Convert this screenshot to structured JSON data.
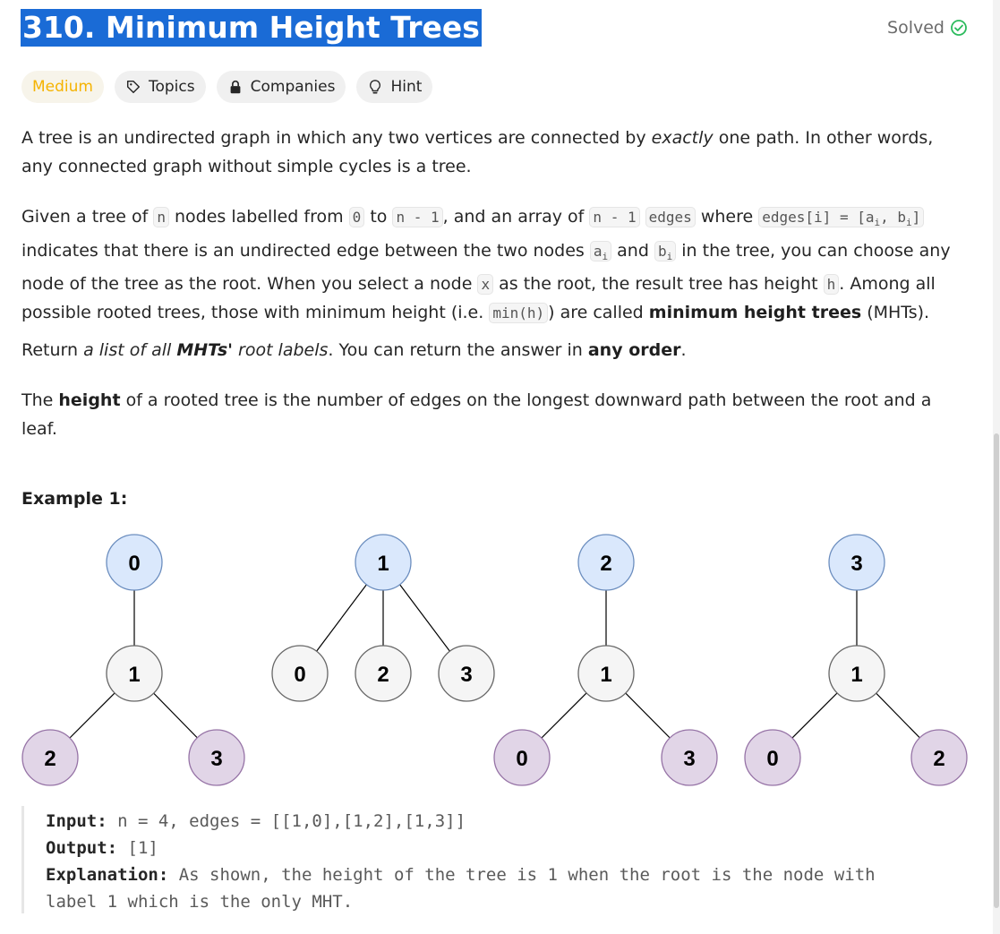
{
  "problem": {
    "title": "310. Minimum Height Trees",
    "status": "Solved",
    "difficulty": "Medium"
  },
  "chips": {
    "topics": "Topics",
    "companies": "Companies",
    "hint": "Hint"
  },
  "description": {
    "p1": [
      "A tree is an undirected graph in which any two vertices are connected by ",
      "exactly",
      " one path. In other words, any connected graph without simple cycles is a tree."
    ],
    "p2": {
      "t1": "Given a tree of ",
      "c1": "n",
      "t2": " nodes labelled from ",
      "c2": "0",
      "t3": " to ",
      "c3": "n - 1",
      "t4": ", and an array of ",
      "c4": "n - 1",
      "t5": " ",
      "c5": "edges",
      "t6": " where ",
      "c6": "edges[i] = [a",
      "c6sub": "i",
      "c6b": ", b",
      "c6sub2": "i",
      "c6c": "]",
      "t7": " indicates that there is an undirected edge between the two nodes ",
      "c7": "a",
      "c7sub": "i",
      "t8": " and ",
      "c8": "b",
      "c8sub": "i",
      "t9": " in the tree, you can choose any node of the tree as the root. When you select a node ",
      "c9": "x",
      "t10": " as the root, the result tree has height ",
      "c10": "h",
      "t11": ". Among all possible rooted trees, those with minimum height (i.e. ",
      "c11": "min(h)",
      "t12": ")  are called ",
      "b12": "minimum height trees",
      "t13": " (MHTs)."
    },
    "p3": {
      "t1": "Return ",
      "i1": "a list of all ",
      "bi1": "MHTs'",
      "i2": " root labels",
      "t2": ". You can return the answer in ",
      "b1": "any order",
      "t3": "."
    },
    "p4": {
      "t1": "The ",
      "b1": "height",
      "t2": " of a rooted tree is the number of edges on the longest downward path between the root and a leaf."
    }
  },
  "example": {
    "title": "Example 1:",
    "input_label": "Input:",
    "input_value": " n = 4, edges = [[1,0],[1,2],[1,3]]",
    "output_label": "Output:",
    "output_value": " [1]",
    "explanation_label": "Explanation:",
    "explanation_line1": " As shown, the height of the tree is 1 when the root is the node with",
    "explanation_line2": "label 1 which is the only MHT."
  },
  "diagram": {
    "trees": [
      {
        "root": "0",
        "middle": "1",
        "leaves": [
          "2",
          "3"
        ]
      },
      {
        "root": "1",
        "leaves": [
          "0",
          "2",
          "3"
        ]
      },
      {
        "root": "2",
        "middle": "1",
        "leaves": [
          "0",
          "3"
        ]
      },
      {
        "root": "3",
        "middle": "1",
        "leaves": [
          "0",
          "2"
        ]
      }
    ],
    "colors": {
      "root_fill": "#dae8fc",
      "root_stroke": "#6c8ebf",
      "mid_fill": "#f5f5f5",
      "mid_stroke": "#666666",
      "leaf_fill": "#e1d5e7",
      "leaf_stroke": "#9673a6"
    }
  },
  "colors": {
    "accent": "#1a6bd6",
    "difficulty": "#f5b301",
    "solved_check": "#2cbb5d"
  }
}
